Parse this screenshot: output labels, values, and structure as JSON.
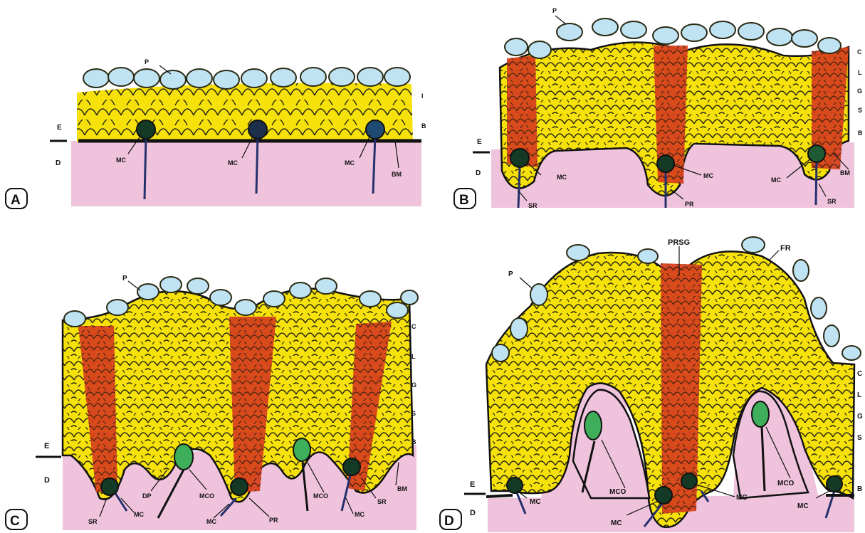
{
  "figure": {
    "colors": {
      "dermis": "#efc3dc",
      "epithelium": "#f6e10a",
      "cell_outline": "#2a2a14",
      "periderm": "#bfe3f2",
      "papillary_ridge": "#d9431d",
      "merkel_cell": "#143a25",
      "merkel_organ": "#3fae5a",
      "nerve": "#25306d",
      "membrane": "#111111"
    },
    "panels": [
      {
        "id": "A",
        "badge": "A",
        "labels": {
          "p": "P",
          "i": "I",
          "b": "B",
          "e": "E",
          "d": "D",
          "mc1": "MC",
          "mc2": "MC",
          "mc3": "MC",
          "bm": "BM"
        }
      },
      {
        "id": "B",
        "badge": "B",
        "labels": {
          "p": "P",
          "c": "C",
          "l": "L",
          "g": "G",
          "s": "S",
          "b": "B",
          "e": "E",
          "d": "D",
          "mc1": "MC",
          "mc2": "MC",
          "mc3": "MC",
          "bm": "BM",
          "sr1": "SR",
          "pr": "PR",
          "sr2": "SR"
        }
      },
      {
        "id": "C",
        "badge": "C",
        "labels": {
          "p": "P",
          "c": "C",
          "l": "L",
          "g": "G",
          "s": "S",
          "b": "B",
          "e": "E",
          "d": "D",
          "dp": "DP",
          "mco1": "MCO",
          "mco2": "MCO",
          "sr1": "SR",
          "mc1": "MC",
          "mc2": "MC",
          "pr": "PR",
          "mc3": "MC",
          "sr2": "SR",
          "bm": "BM"
        }
      },
      {
        "id": "D",
        "badge": "D",
        "labels": {
          "prsg": "PRSG",
          "fr": "FR",
          "p": "P",
          "c": "C",
          "l": "L",
          "g": "G",
          "s": "S",
          "b": "B",
          "e": "E",
          "d": "D",
          "mco1": "MCO",
          "mco2": "MCO",
          "mc1": "MC",
          "mc2": "MC",
          "mc3": "MC",
          "mc4": "MC"
        }
      }
    ]
  }
}
